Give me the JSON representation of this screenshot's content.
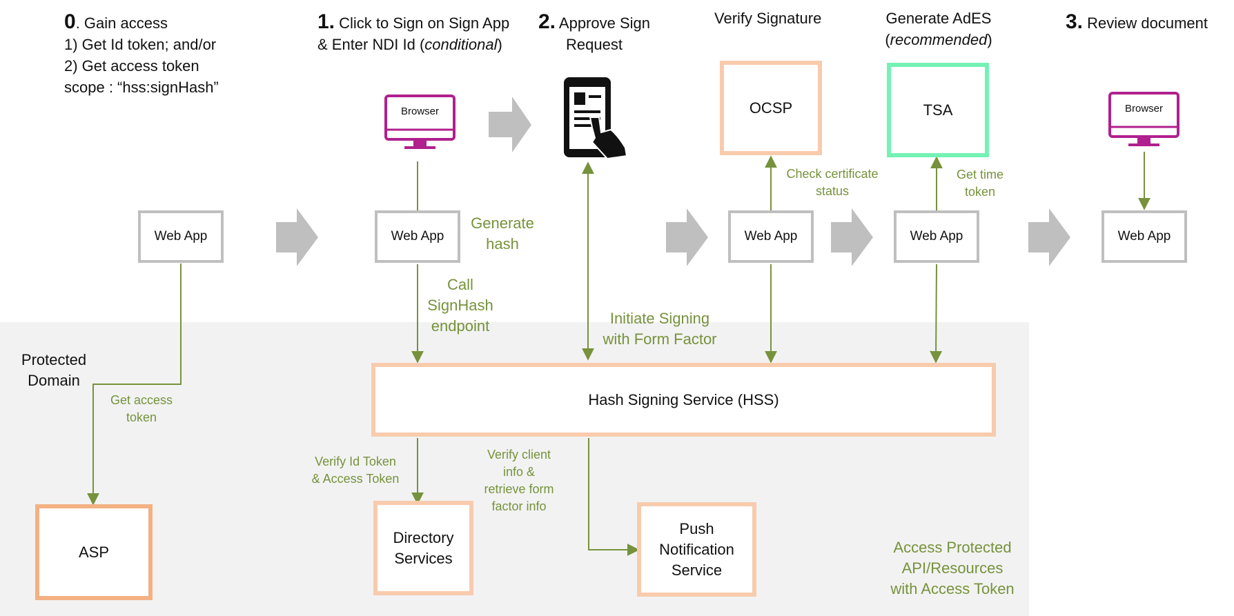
{
  "steps": {
    "s0": {
      "num": "0",
      "title": ". Gain access",
      "line1": "1)   Get Id token;  and/or",
      "line2": "2)   Get access token",
      "line3": "scope : “hss:signHash”"
    },
    "s1": {
      "num": "1.",
      "title": " Click to Sign on Sign App",
      "line2a": "& Enter NDI Id (",
      "line2b": "conditional",
      "line2c": ")"
    },
    "s2": {
      "num": "2.",
      "title": " Approve Sign",
      "line2": "Request"
    },
    "verify": "Verify Signature",
    "ades": {
      "line1": "Generate AdES",
      "line2a": "(",
      "line2b": "recommended",
      "line2c": ")"
    },
    "s3": {
      "num": "3.",
      "title": " Review document"
    }
  },
  "boxes": {
    "web_app": "Web App",
    "browser": "Browser",
    "ocsp": "OCSP",
    "tsa": "TSA",
    "hss": "Hash Signing Service (HSS)",
    "asp": "ASP",
    "directory": [
      "Directory",
      "Services"
    ],
    "push": [
      "Push",
      "Notification",
      "Service"
    ]
  },
  "labels": {
    "generate_hash": [
      "Generate",
      "hash"
    ],
    "call_signhash": [
      "Call",
      "SignHash",
      "endpoint"
    ],
    "initiate": [
      "Initiate Signing",
      "with Form Factor"
    ],
    "check_cert": [
      "Check certificate",
      "status"
    ],
    "get_time": [
      "Get time",
      "token"
    ],
    "get_access": [
      "Get access",
      "token"
    ],
    "verify_id": [
      "Verify Id Token",
      "& Access Token"
    ],
    "verify_client": [
      "Verify client",
      "info &",
      "retrieve form",
      "factor info"
    ],
    "access_protected": [
      "Access Protected",
      "API/Resources",
      "with Access Token"
    ],
    "protected_domain": [
      "Protected",
      "Domain"
    ]
  },
  "colors": {
    "arrow_green": "#76923c",
    "webapp_border": "#bfbfbf",
    "peach_border": "#f8cbad",
    "asp_border": "#f4b183",
    "tsa_border": "#73f2b4",
    "browser_magenta": "#b0208e",
    "zone_gray": "#f2f2f2",
    "chevron_gray": "#bfbfbf"
  }
}
